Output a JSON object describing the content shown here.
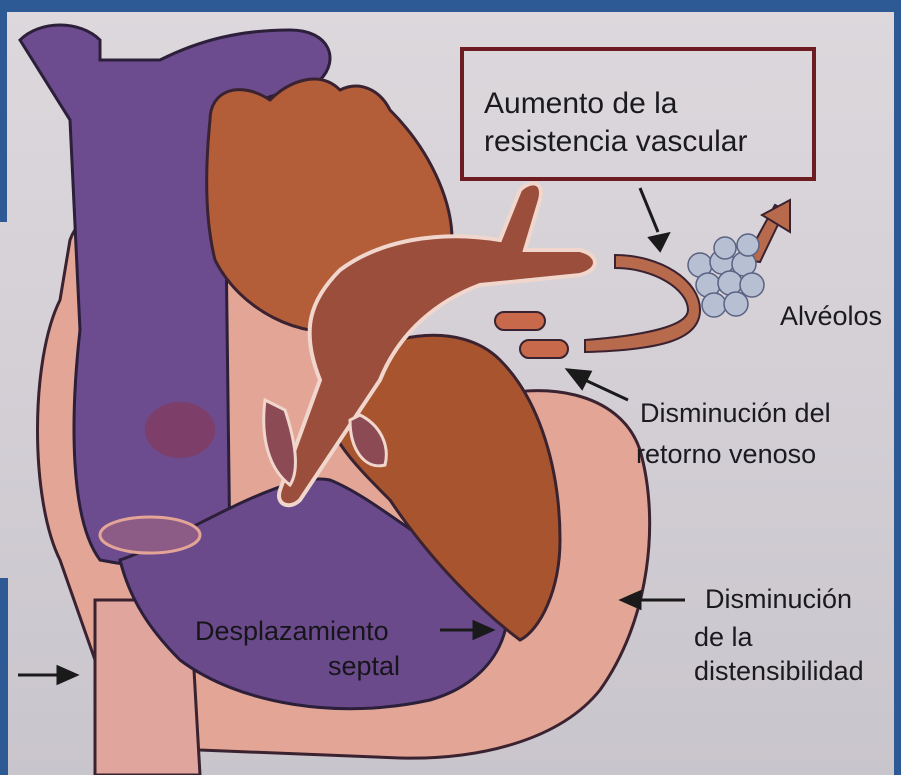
{
  "callout": {
    "line1": "Aumento de la",
    "line2": "resistencia vascular"
  },
  "labels": {
    "alveolos": "Alvéolos",
    "disminucion_retorno_line1": "Disminución del",
    "disminucion_retorno_line2": "retorno venoso",
    "disminucion_distensibilidad_line1": "Disminución",
    "disminucion_distensibilidad_line2": "de la",
    "disminucion_distensibilidad_line3": "distensibilidad",
    "desplazamiento_line1": "Desplazamiento",
    "desplazamiento_line2": "septal"
  },
  "colors": {
    "frame": "#2d5a95",
    "callout_border": "#6d1d22",
    "venous": "#6c4c8e",
    "arterial": "#a9532f",
    "myocardium": "#e3a596",
    "alveoli": "#b7bfd3"
  }
}
